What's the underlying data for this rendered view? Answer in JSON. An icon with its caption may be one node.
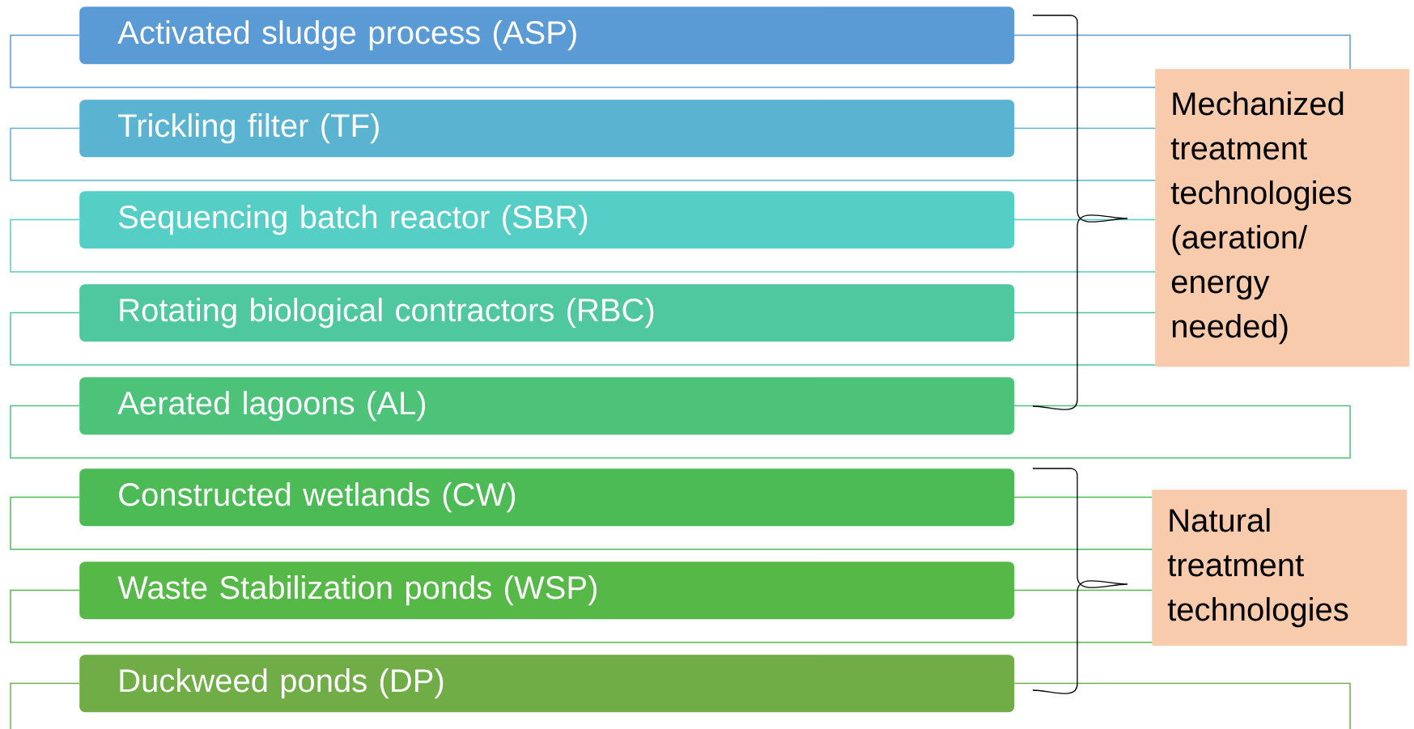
{
  "diagram": {
    "nodes": [
      {
        "text": [
          "Activated sludge process (ASP)"
        ]
      },
      {
        "text": [
          "Trickling filter (TF)"
        ]
      },
      {
        "text": [
          "Sequencing batch reactor (SBR)"
        ]
      },
      {
        "text": [
          "Rotating biological contractors (RBC)"
        ]
      },
      {
        "text": [
          "Aerated lagoons (AL)"
        ]
      },
      {
        "text": [
          "Constructed wetlands (CW)"
        ]
      },
      {
        "text": [
          "Waste Stabilization ponds (WSP)"
        ]
      },
      {
        "text": [
          "Duckweed ponds (DP)"
        ]
      },
      {
        "text": [
          "Mechanized treatment technologies (aeration/ energy needed)"
        ]
      },
      {
        "text": [
          "Natural treatment technologies"
        ]
      }
    ]
  }
}
